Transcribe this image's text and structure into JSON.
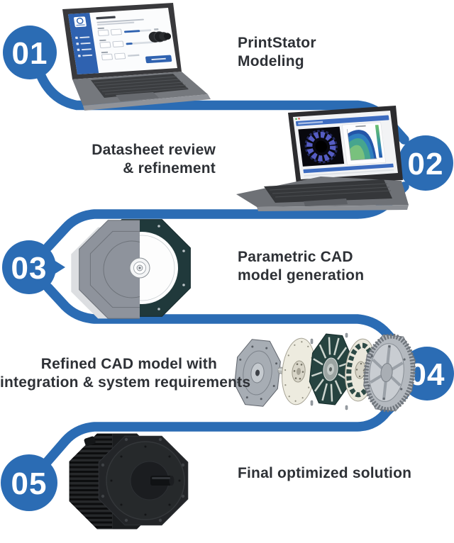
{
  "colors": {
    "accent_blue": "#2b6cb4",
    "label_text": "#2e3136",
    "number_text": "#ffffff",
    "teal_component": "#20393b",
    "cream_component": "#edebdf"
  },
  "steps": [
    {
      "number": "01",
      "lines": [
        "PrintStator",
        "Modeling"
      ],
      "illustration": "laptop-printstator-app"
    },
    {
      "number": "02",
      "lines": [
        "Datasheet review",
        "& refinement"
      ],
      "illustration": "laptop-datasheet-charts"
    },
    {
      "number": "03",
      "lines": [
        "Parametric CAD",
        "model generation"
      ],
      "illustration": "cad-motor-model"
    },
    {
      "number": "04",
      "lines": [
        "Refined CAD model with",
        "integration & system requirements"
      ],
      "illustration": "exploded-cad-assembly"
    },
    {
      "number": "05",
      "lines": [
        "Final optimized solution"
      ],
      "illustration": "final-black-motor"
    }
  ]
}
